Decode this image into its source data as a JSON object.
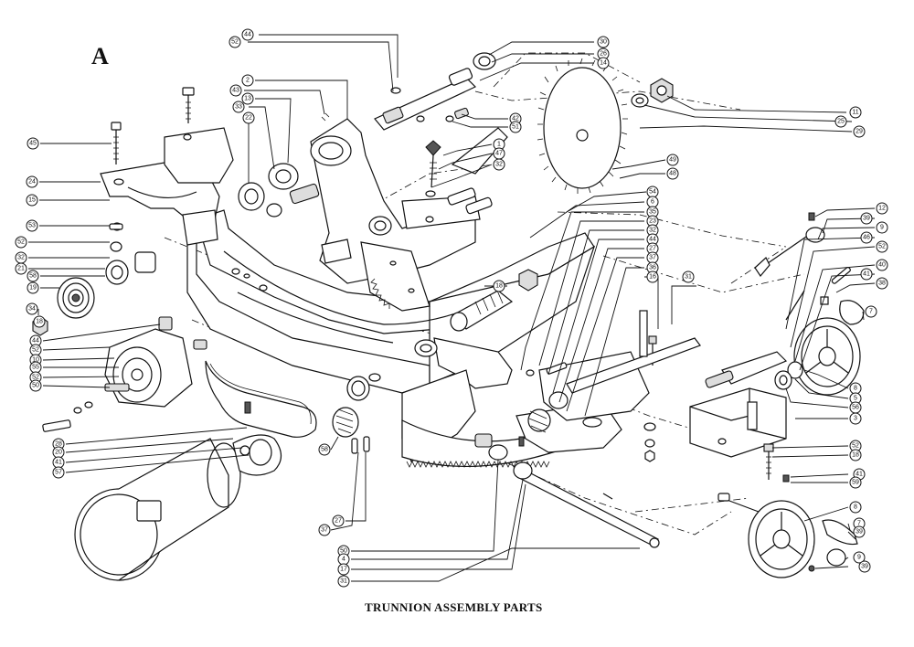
{
  "diagram": {
    "panel_letter": "A",
    "caption": "TRUNNION ASSEMBLY PARTS",
    "callouts": [
      {
        "id": "c44a",
        "label": "44"
      },
      {
        "id": "c52a",
        "label": "52"
      },
      {
        "id": "c30",
        "label": "30"
      },
      {
        "id": "c26",
        "label": "26"
      },
      {
        "id": "c14",
        "label": "14"
      },
      {
        "id": "c2",
        "label": "2"
      },
      {
        "id": "c43",
        "label": "43"
      },
      {
        "id": "c13",
        "label": "13"
      },
      {
        "id": "c33a",
        "label": "33"
      },
      {
        "id": "c22",
        "label": "22"
      },
      {
        "id": "c11",
        "label": "11"
      },
      {
        "id": "c25",
        "label": "25"
      },
      {
        "id": "c29",
        "label": "29"
      },
      {
        "id": "c42",
        "label": "42"
      },
      {
        "id": "c51",
        "label": "51"
      },
      {
        "id": "c1",
        "label": "1"
      },
      {
        "id": "c47",
        "label": "47"
      },
      {
        "id": "c32a",
        "label": "32"
      },
      {
        "id": "c49",
        "label": "49"
      },
      {
        "id": "c48",
        "label": "48"
      },
      {
        "id": "c45",
        "label": "45"
      },
      {
        "id": "c24",
        "label": "24"
      },
      {
        "id": "c15",
        "label": "15"
      },
      {
        "id": "c53a",
        "label": "53"
      },
      {
        "id": "c52b",
        "label": "52"
      },
      {
        "id": "c32b",
        "label": "32"
      },
      {
        "id": "c21",
        "label": "21"
      },
      {
        "id": "c58a",
        "label": "58"
      },
      {
        "id": "c19",
        "label": "19"
      },
      {
        "id": "c34",
        "label": "34"
      },
      {
        "id": "c18a",
        "label": "18"
      },
      {
        "id": "c44b",
        "label": "44"
      },
      {
        "id": "c52c",
        "label": "52"
      },
      {
        "id": "c10",
        "label": "10"
      },
      {
        "id": "c55",
        "label": "55"
      },
      {
        "id": "c52d",
        "label": "52"
      },
      {
        "id": "c50a",
        "label": "50"
      },
      {
        "id": "c54",
        "label": "54"
      },
      {
        "id": "c6",
        "label": "6"
      },
      {
        "id": "c35",
        "label": "35"
      },
      {
        "id": "c23",
        "label": "23"
      },
      {
        "id": "c32c",
        "label": "32"
      },
      {
        "id": "c44c",
        "label": "44"
      },
      {
        "id": "c27",
        "label": "27"
      },
      {
        "id": "c37a",
        "label": "37"
      },
      {
        "id": "c36",
        "label": "36"
      },
      {
        "id": "c16",
        "label": "16"
      },
      {
        "id": "c31a",
        "label": "31"
      },
      {
        "id": "c18b",
        "label": "18"
      },
      {
        "id": "c12",
        "label": "12"
      },
      {
        "id": "c39a",
        "label": "39"
      },
      {
        "id": "c9",
        "label": "9"
      },
      {
        "id": "c46",
        "label": "46"
      },
      {
        "id": "c52e",
        "label": "52"
      },
      {
        "id": "c40",
        "label": "40"
      },
      {
        "id": "c41a",
        "label": "41"
      },
      {
        "id": "c38",
        "label": "38"
      },
      {
        "id": "c7a",
        "label": "7"
      },
      {
        "id": "c8a",
        "label": "8"
      },
      {
        "id": "c5",
        "label": "5"
      },
      {
        "id": "c56",
        "label": "56"
      },
      {
        "id": "c3",
        "label": "3"
      },
      {
        "id": "c52f",
        "label": "52"
      },
      {
        "id": "c18c",
        "label": "18"
      },
      {
        "id": "c41b",
        "label": "41"
      },
      {
        "id": "c59",
        "label": "59"
      },
      {
        "id": "c8b",
        "label": "8"
      },
      {
        "id": "c7b",
        "label": "7"
      },
      {
        "id": "c39b",
        "label": "39"
      },
      {
        "id": "c9b",
        "label": "9"
      },
      {
        "id": "c39c",
        "label": "39"
      },
      {
        "id": "c28",
        "label": "28"
      },
      {
        "id": "c20",
        "label": "20"
      },
      {
        "id": "c41c",
        "label": "41"
      },
      {
        "id": "c57",
        "label": "57"
      },
      {
        "id": "c58b",
        "label": "58"
      },
      {
        "id": "c37b",
        "label": "37"
      },
      {
        "id": "c27b",
        "label": "27"
      },
      {
        "id": "c50b",
        "label": "50"
      },
      {
        "id": "c4",
        "label": "4"
      },
      {
        "id": "c17",
        "label": "17"
      },
      {
        "id": "c31b",
        "label": "31"
      }
    ]
  }
}
